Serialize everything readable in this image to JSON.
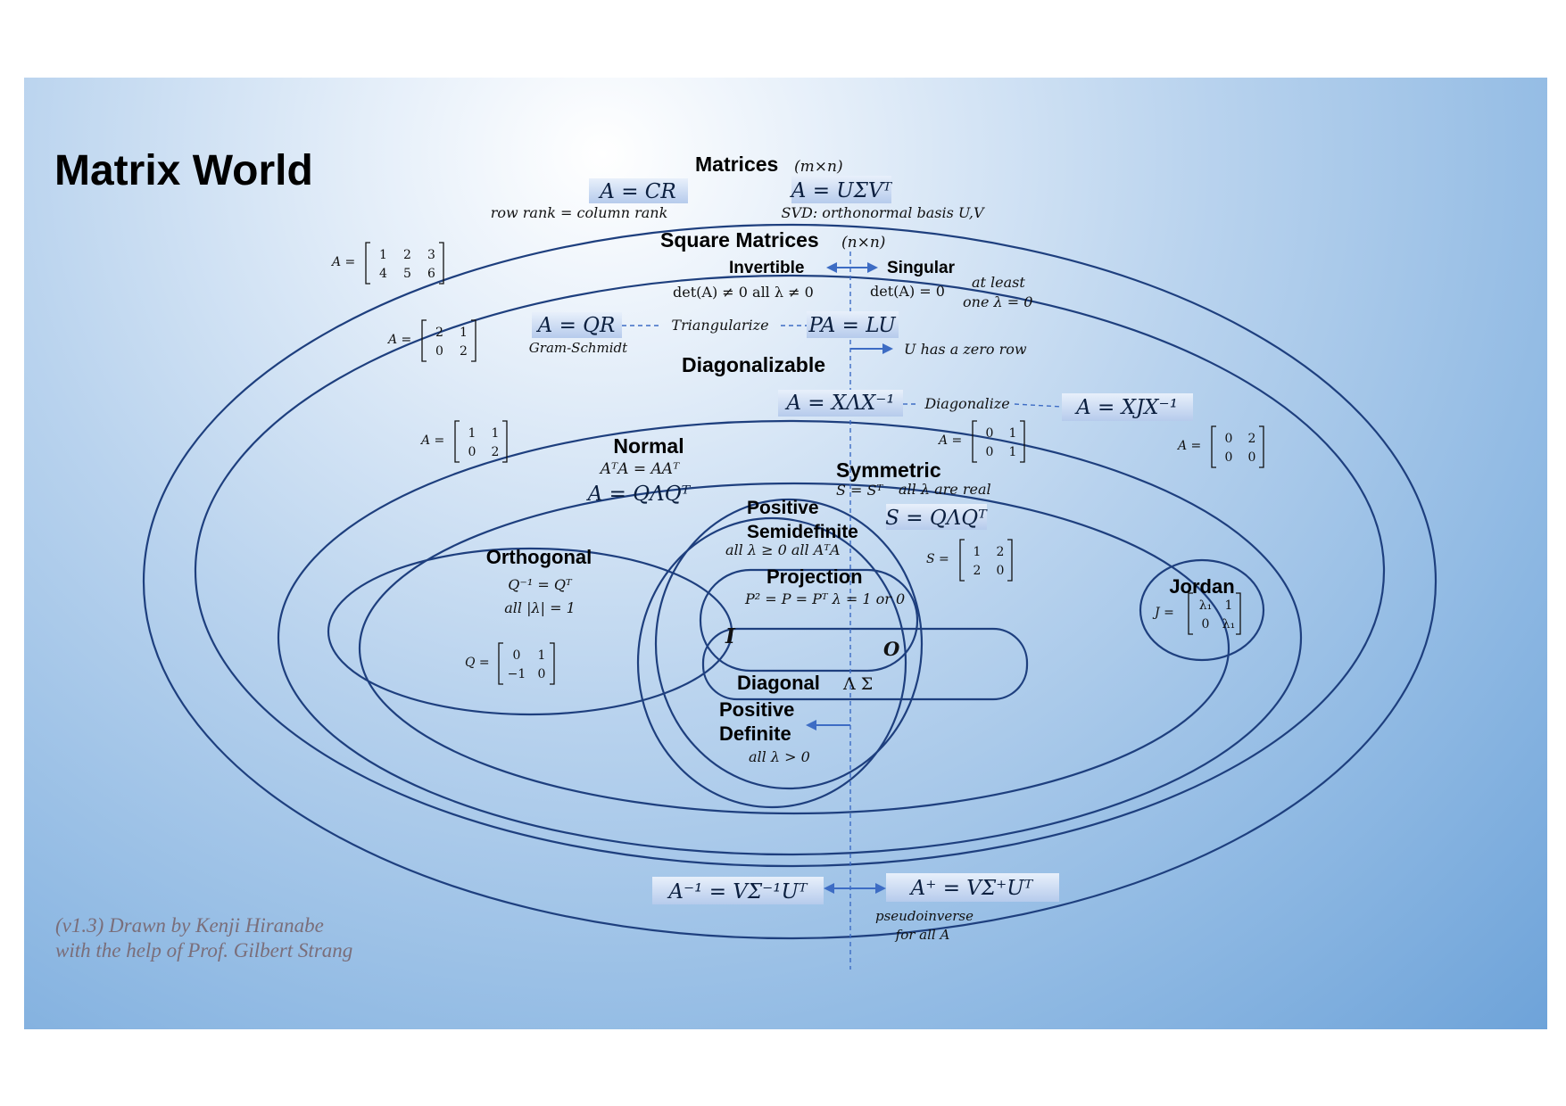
{
  "title": "Matrix World",
  "credit": [
    "(v1.3) Drawn by Kenji Hiranabe",
    "with the help of Prof. Gilbert Strang"
  ],
  "matrices": {
    "label": "Matrices",
    "dim": "(m×n)",
    "cr": "A = CR",
    "cr_note": "row rank = column rank",
    "svd": "A = UΣVᵀ",
    "svd_note": "SVD:  orthonormal basis U,V",
    "example": {
      "prefix": "A =",
      "rows": [
        [
          "1",
          "2",
          "3"
        ],
        [
          "4",
          "5",
          "6"
        ]
      ]
    }
  },
  "square": {
    "label": "Square Matrices",
    "dim": "(n×n)",
    "invertible": "Invertible",
    "singular": "Singular",
    "inv_cond": "det(A) ≠ 0   all λ ≠ 0",
    "sing_cond": "det(A)  = 0",
    "sing_cond2a": "at least",
    "sing_cond2b": "one λ = 0",
    "qr": "A = QR",
    "qr_note": "Gram-Schmidt",
    "triangularize": "Triangularize",
    "lu": "PA = LU",
    "lu_note": "U has a zero row",
    "example": {
      "prefix": "A =",
      "rows": [
        [
          "2",
          "1"
        ],
        [
          "0",
          "2"
        ]
      ]
    }
  },
  "diagonalizable": {
    "label": "Diagonalizable",
    "xlx": "A = XΛX⁻¹",
    "diagonalize": "Diagonalize",
    "xjx": "A = XJX⁻¹",
    "example": {
      "prefix": "A =",
      "rows": [
        [
          "1",
          "1"
        ],
        [
          "0",
          "2"
        ]
      ]
    },
    "example2": {
      "prefix": "A =",
      "rows": [
        [
          "0",
          "1"
        ],
        [
          "0",
          "1"
        ]
      ]
    },
    "example3": {
      "prefix": "A =",
      "rows": [
        [
          "0",
          "2"
        ],
        [
          "0",
          "0"
        ]
      ]
    }
  },
  "normal": {
    "label": "Normal",
    "cond": "AᵀA = AAᵀ",
    "decomp": "A = QΛQᵀ"
  },
  "symmetric": {
    "label": "Symmetric",
    "cond": "S = Sᵀ",
    "cond2": "all λ are real",
    "decomp": "S = QΛQᵀ",
    "example": {
      "prefix": "S =",
      "rows": [
        [
          "1",
          "2"
        ],
        [
          "2",
          "0"
        ]
      ]
    }
  },
  "psd": {
    "label1": "Positive",
    "label2": "Semidefinite",
    "cond": "all λ ≥ 0    all AᵀA"
  },
  "projection": {
    "label": "Projection",
    "cond": "P² = P = Pᵀ  λ = 1 or 0"
  },
  "orthogonal": {
    "label": "Orthogonal",
    "cond1": "Q⁻¹ = Qᵀ",
    "cond2": "all  |λ| = 1",
    "example": {
      "prefix": "Q =",
      "rows": [
        [
          "0",
          "1"
        ],
        [
          "−1",
          "0"
        ]
      ]
    }
  },
  "identity": "I",
  "zero": "O",
  "diagonal": {
    "label": "Diagonal",
    "symbols": "Λ  Σ"
  },
  "pd": {
    "label1": "Positive",
    "label2": "Definite",
    "cond": "all λ > 0"
  },
  "jordan": {
    "label": "Jordan",
    "example": {
      "prefix": "J =",
      "rows": [
        [
          "λ₁",
          "1"
        ],
        [
          "0",
          "λ₁"
        ]
      ]
    }
  },
  "bottom": {
    "inverse": "A⁻¹ = VΣ⁻¹Uᵀ",
    "pinv": "A⁺ = VΣ⁺Uᵀ",
    "pinv_note1": "pseudoinverse",
    "pinv_note2": "for all A"
  },
  "colors": {
    "ring": "#1e3f7e",
    "arrow": "#3d6cc4",
    "box": "#c9d9f0",
    "credit": "#7a6e7a"
  }
}
